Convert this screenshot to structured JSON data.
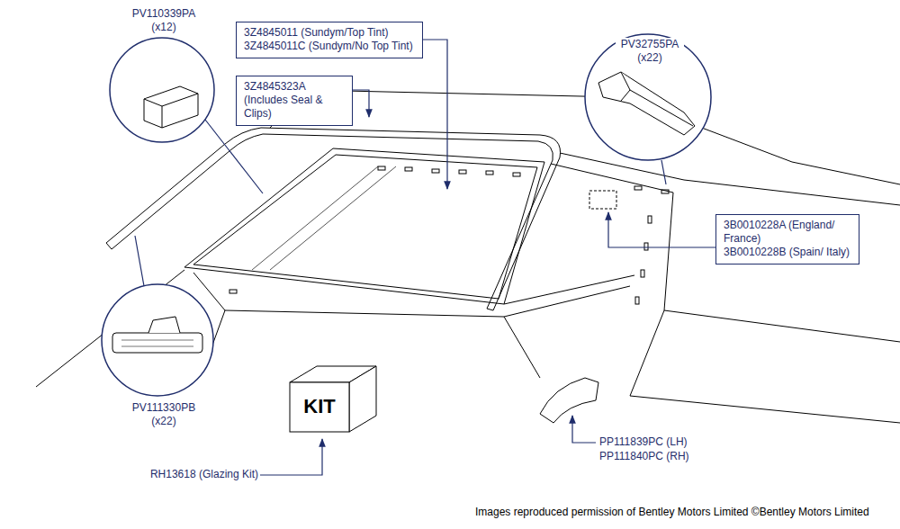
{
  "diagram": {
    "caption": "Images reproduced permission of Bentley Motors Limited ©Bentley Motors Limited",
    "nodes": [
      {
        "text": [
          "3Z4845011 (Sundym/Top Tint)",
          "3Z4845011C (Sundym/No Top Tint)"
        ]
      },
      {
        "text": [
          "3Z4845323A (Includes Seal & Clips)"
        ]
      },
      {
        "text": [
          "3B0010228A (England/ France)",
          "3B0010228B (Spain/ Italy)"
        ]
      },
      {
        "text": [
          "KIT"
        ]
      }
    ],
    "edges": [],
    "labels": [
      "PV110339PA (x12)",
      "PV32755PA (x22)",
      "PV111330PB (x22)",
      "RH13618 (Glazing Kit)",
      "PP111839PC (LH)",
      "PP111840PC (RH)"
    ]
  }
}
